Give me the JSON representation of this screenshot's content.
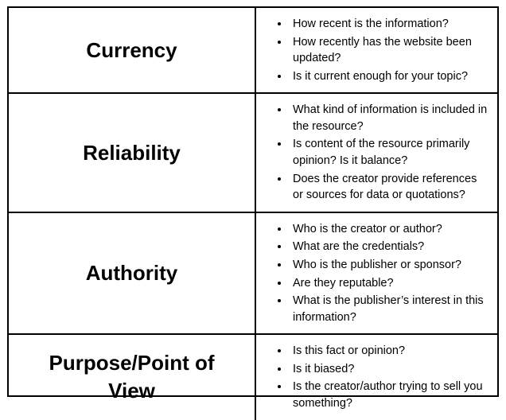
{
  "table": {
    "colors": {
      "border": "#000000",
      "background": "#ffffff",
      "text": "#000000"
    },
    "rows": [
      {
        "header": "Currency",
        "bullets": [
          "How recent is the information?",
          "How recently has the website been updated?",
          "Is it current enough for your topic?"
        ]
      },
      {
        "header": "Reliability",
        "bullets": [
          "What kind of information is included in the resource?",
          "Is content of the resource primarily opinion? Is it balance?",
          "Does the creator provide references or sources for data or quotations?"
        ]
      },
      {
        "header": "Authority",
        "bullets": [
          "Who is the creator or author?",
          "What are the credentials?",
          "Who is the publisher or sponsor?",
          "Are they reputable?",
          "What is the publisher’s interest in this information?"
        ]
      },
      {
        "header": "Purpose/Point of View",
        "bullets": [
          "Is this fact or opinion?",
          "Is it biased?",
          "Is the creator/author trying to sell you something?"
        ]
      }
    ]
  }
}
